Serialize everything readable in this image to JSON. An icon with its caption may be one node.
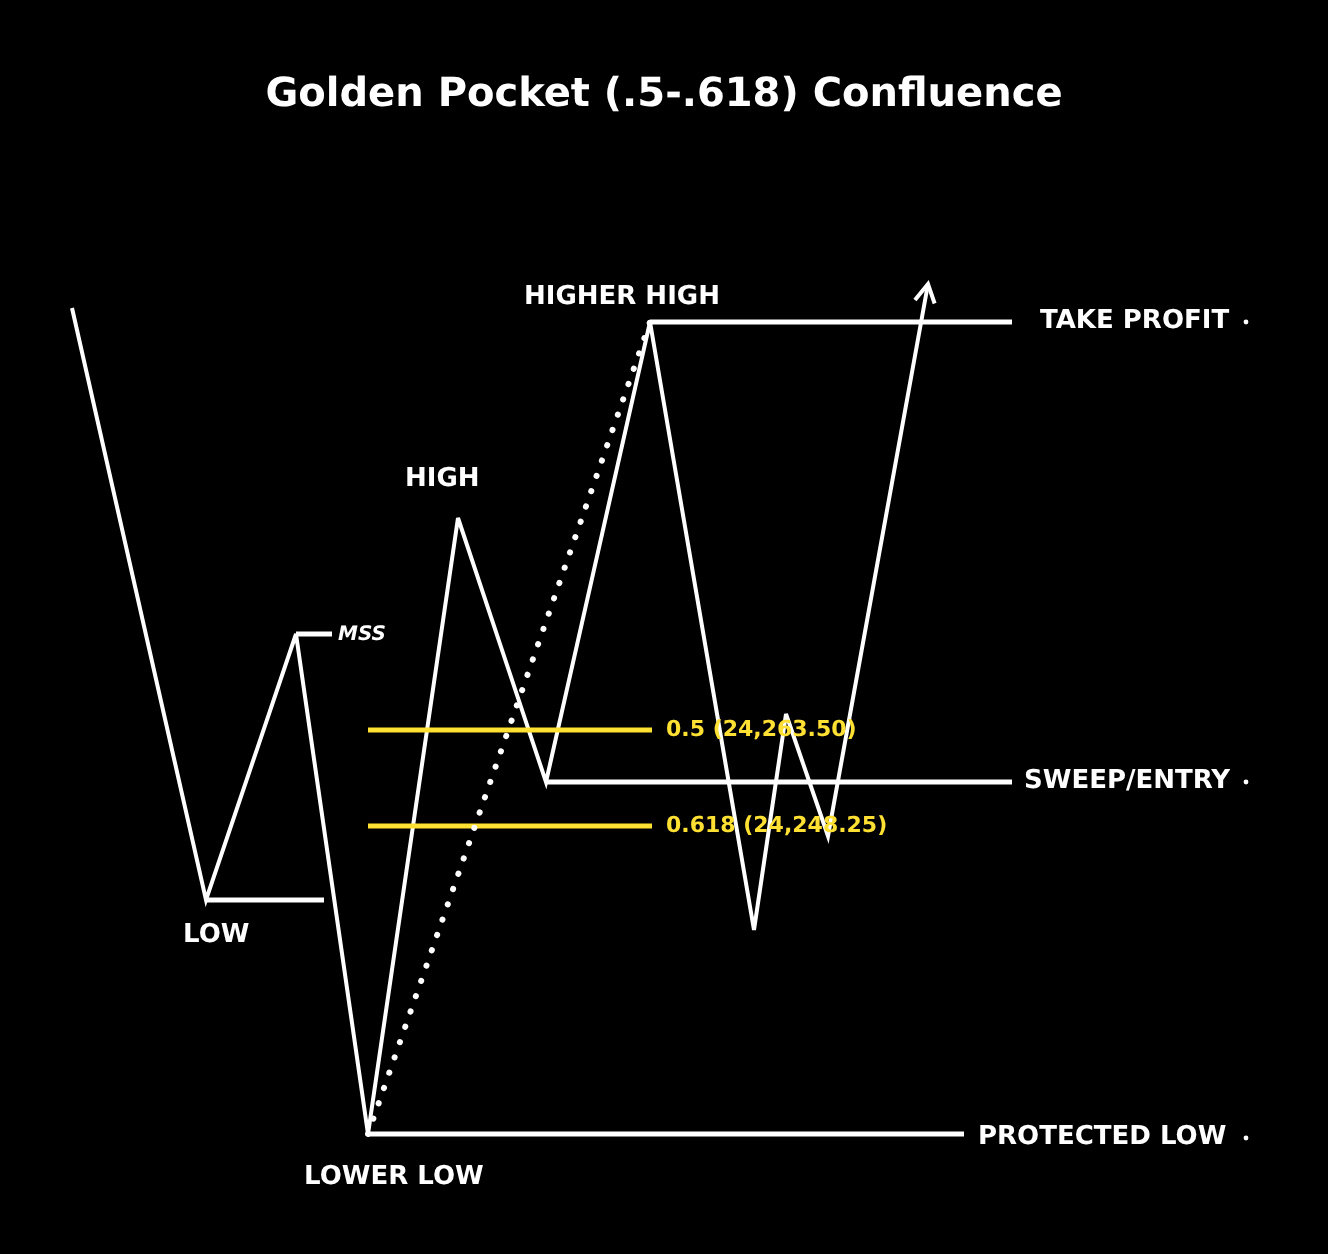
{
  "diagram": {
    "title": "Golden Pocket (.5-.618) Confluence",
    "labels": [
      "HIGHER HIGH",
      "TAKE PROFIT",
      "HIGH",
      "MSS",
      "0.5 (24,263.50)",
      "SWEEP/ENTRY",
      "0.618 (24,248.25)",
      "LOW",
      "PROTECTED LOW",
      "LOWER LOW"
    ]
  }
}
